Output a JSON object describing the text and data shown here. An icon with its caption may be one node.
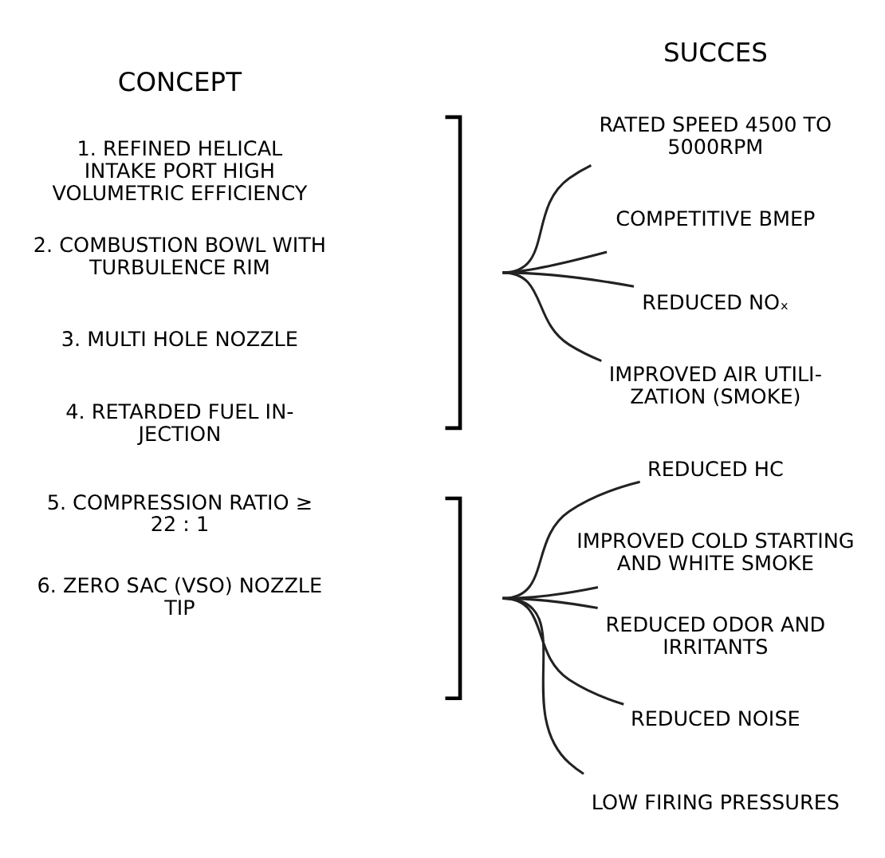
{
  "diagram": {
    "nodes": [
      {
        "text": [
          "1. REFINED HELICAL INTAKE PORT HIGH VOLUMETRIC EFFICIENCY"
        ]
      },
      {
        "text": [
          "2. COMBUSTION BOWL WITH TURBULENCE RIM"
        ]
      },
      {
        "text": [
          "3. MULTI HOLE NOZZLE"
        ]
      },
      {
        "text": [
          "4. RETARDED FUEL IN- JECTION"
        ]
      },
      {
        "text": [],
        "shape": "bracket"
      },
      {
        "text": [
          "RATED SPEED 4500 TO 5000RPM"
        ]
      },
      {
        "text": [
          "COMPETITIVE BMEP"
        ]
      },
      {
        "text": [
          "REDUCED NOₓ"
        ]
      },
      {
        "text": [
          "IMPROVED AIR UTILI- ZATION (SMOKE)"
        ]
      },
      {
        "text": [
          "5. COMPRESSION RATIO ≥ 22 : 1"
        ]
      },
      {
        "text": [
          "6. ZERO SAC (VSO) NOZZLE TIP"
        ]
      },
      {
        "text": [],
        "shape": "bracket"
      },
      {
        "text": [
          "REDUCED HC"
        ]
      },
      {
        "text": [
          "IMPROVED COLD STARTING AND WHITE SMOKE"
        ]
      },
      {
        "text": [
          "REDUCED ODOR AND IRRITANTS"
        ]
      },
      {
        "text": [
          "REDUCED NOISE"
        ]
      },
      {
        "text": [
          "LOW FIRING PRESSURES"
        ]
      }
    ],
    "edges": [
      {
        "from": 4,
        "to": 5,
        "arrow": "none"
      },
      {
        "from": 4,
        "to": 6,
        "arrow": "none"
      },
      {
        "from": 4,
        "to": 7,
        "arrow": "none"
      },
      {
        "from": 4,
        "to": 8,
        "arrow": "none"
      },
      {
        "from": 11,
        "to": 12,
        "arrow": "none"
      },
      {
        "from": 11,
        "to": 13,
        "arrow": "none"
      },
      {
        "from": 11,
        "to": 14,
        "arrow": "none"
      },
      {
        "from": 11,
        "to": 15,
        "arrow": "none"
      },
      {
        "from": 11,
        "to": 16,
        "arrow": "none"
      }
    ],
    "labels": [
      "CONCEPT",
      "SUCCES"
    ]
  }
}
